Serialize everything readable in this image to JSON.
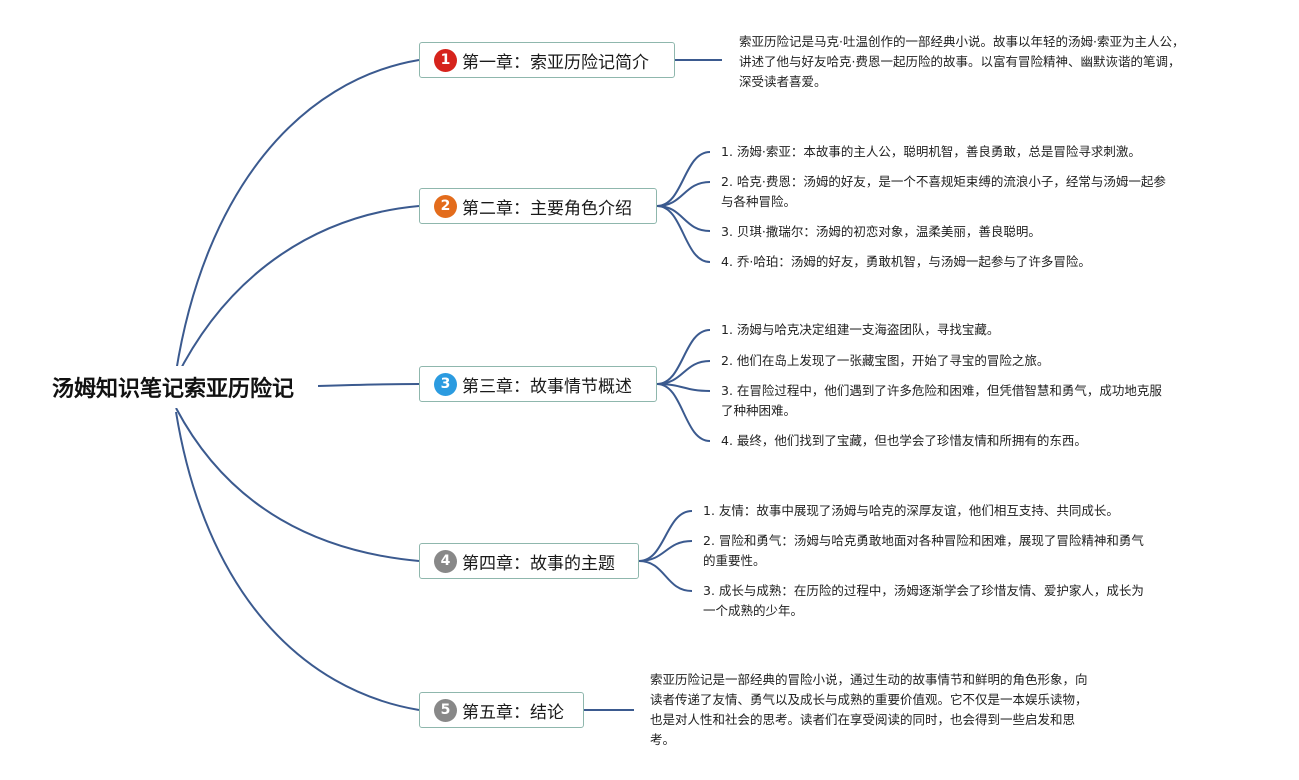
{
  "root": {
    "title": "汤姆知识笔记索亚历险记"
  },
  "colors": {
    "line": "#3b5a8f",
    "border": "#8fb7ad",
    "badges": [
      "#d6231c",
      "#e36c1c",
      "#2b9be0",
      "#888888",
      "#888888"
    ]
  },
  "chapters": [
    {
      "badge": "1",
      "title": "第一章：索亚历险记简介",
      "note_lines": [
        "索亚历险记是马克·吐温创作的一部经典小说。故事以年轻的汤姆·索亚为主人公，",
        "讲述了他与好友哈克·费恩一起历险的故事。以富有冒险精神、幽默诙谐的笔调，",
        "深受读者喜爱。"
      ]
    },
    {
      "badge": "2",
      "title": "第二章：主要角色介绍",
      "items": [
        [
          "1. 汤姆·索亚：本故事的主人公，聪明机智，善良勇敢，总是冒险寻求刺激。"
        ],
        [
          "2. 哈克·费恩：汤姆的好友，是一个不喜规矩束缚的流浪小子，经常与汤姆一起参",
          "与各种冒险。"
        ],
        [
          "3. 贝琪·撒瑞尔：汤姆的初恋对象，温柔美丽，善良聪明。"
        ],
        [
          "4. 乔·哈珀：汤姆的好友，勇敢机智，与汤姆一起参与了许多冒险。"
        ]
      ]
    },
    {
      "badge": "3",
      "title": "第三章：故事情节概述",
      "items": [
        [
          "1. 汤姆与哈克决定组建一支海盗团队，寻找宝藏。"
        ],
        [
          "2. 他们在岛上发现了一张藏宝图，开始了寻宝的冒险之旅。"
        ],
        [
          "3. 在冒险过程中，他们遇到了许多危险和困难，但凭借智慧和勇气，成功地克服",
          "了种种困难。"
        ],
        [
          "4. 最终，他们找到了宝藏，但也学会了珍惜友情和所拥有的东西。"
        ]
      ]
    },
    {
      "badge": "4",
      "title": "第四章：故事的主题",
      "items": [
        [
          "1. 友情：故事中展现了汤姆与哈克的深厚友谊，他们相互支持、共同成长。"
        ],
        [
          "2. 冒险和勇气：汤姆与哈克勇敢地面对各种冒险和困难，展现了冒险精神和勇气",
          "的重要性。"
        ],
        [
          "3. 成长与成熟：在历险的过程中，汤姆逐渐学会了珍惜友情、爱护家人，成长为",
          "一个成熟的少年。"
        ]
      ]
    },
    {
      "badge": "5",
      "title": "第五章：结论",
      "note_lines": [
        "索亚历险记是一部经典的冒险小说，通过生动的故事情节和鲜明的角色形象，向",
        "读者传递了友情、勇气以及成长与成熟的重要价值观。它不仅是一本娱乐读物，",
        "也是对人性和社会的思考。读者们在享受阅读的同时，也会得到一些启发和思",
        "考。"
      ]
    }
  ]
}
